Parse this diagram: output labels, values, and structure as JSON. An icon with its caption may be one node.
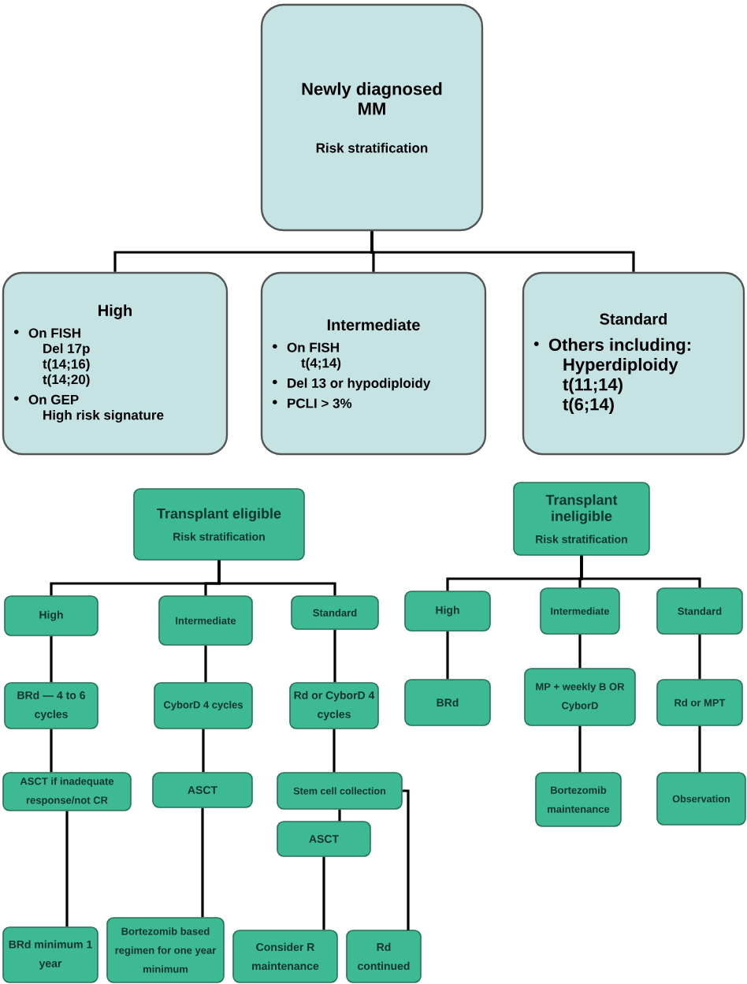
{
  "diagram": {
    "nodes": [
      {
        "text": [
          "Newly diagnosed MM",
          "Risk stratification"
        ]
      },
      {
        "text": [
          "High",
          "On FISH",
          "Del 17p",
          "t(14;16)",
          "t(14;20)",
          "On GEP",
          "High risk signature"
        ]
      },
      {
        "text": [
          "Intermediate",
          "On FISH",
          "t(4;14)",
          "Del 13 or hypodiploidy",
          "PCLI  > 3%"
        ]
      },
      {
        "text": [
          "Standard",
          "Others including:",
          "Hyperdiploidy",
          "t(11;14)",
          "t(6;14)"
        ]
      },
      {
        "text": [
          "Transplant eligible",
          "Risk stratification"
        ]
      },
      {
        "text": [
          "Transplant ineligible",
          "Risk stratification"
        ]
      },
      {
        "text": [
          "High"
        ]
      },
      {
        "text": [
          "Intermediate"
        ]
      },
      {
        "text": [
          "Standard"
        ]
      },
      {
        "text": [
          "High"
        ]
      },
      {
        "text": [
          "Intermediate"
        ]
      },
      {
        "text": [
          "Standard"
        ]
      },
      {
        "text": [
          "BRd — 4 to 6 cycles"
        ]
      },
      {
        "text": [
          "CyborD 4 cycles"
        ]
      },
      {
        "text": [
          "Rd or CyborD 4 cycles"
        ]
      },
      {
        "text": [
          "BRd"
        ]
      },
      {
        "text": [
          "MP + weekly B OR CyborD"
        ]
      },
      {
        "text": [
          "Rd or MPT"
        ]
      },
      {
        "text": [
          "ASCT if inadequate response/not CR"
        ]
      },
      {
        "text": [
          "ASCT"
        ]
      },
      {
        "text": [
          "Stem cell collection"
        ]
      },
      {
        "text": [
          "Bortezomib maintenance"
        ]
      },
      {
        "text": [
          "Observation"
        ]
      },
      {
        "text": [
          "ASCT"
        ]
      },
      {
        "text": [
          "BRd minimum 1 year"
        ]
      },
      {
        "text": [
          "Bortezomib based regimen for one year minimum"
        ]
      },
      {
        "text": [
          "Consider R maintenance"
        ]
      },
      {
        "text": [
          "Rd continued"
        ]
      }
    ],
    "edges": [
      {
        "from": 0,
        "to": 1,
        "arrow": "none"
      },
      {
        "from": 0,
        "to": 2,
        "arrow": "none"
      },
      {
        "from": 0,
        "to": 3,
        "arrow": "none"
      },
      {
        "from": 4,
        "to": 6,
        "arrow": "none"
      },
      {
        "from": 4,
        "to": 7,
        "arrow": "none"
      },
      {
        "from": 4,
        "to": 8,
        "arrow": "none"
      },
      {
        "from": 5,
        "to": 9,
        "arrow": "none"
      },
      {
        "from": 5,
        "to": 10,
        "arrow": "none"
      },
      {
        "from": 5,
        "to": 11,
        "arrow": "none"
      },
      {
        "from": 6,
        "to": 12,
        "arrow": "none"
      },
      {
        "from": 7,
        "to": 13,
        "arrow": "none"
      },
      {
        "from": 8,
        "to": 14,
        "arrow": "none"
      },
      {
        "from": 9,
        "to": 15,
        "arrow": "none"
      },
      {
        "from": 10,
        "to": 16,
        "arrow": "none"
      },
      {
        "from": 11,
        "to": 17,
        "arrow": "none"
      },
      {
        "from": 12,
        "to": 18,
        "arrow": "none"
      },
      {
        "from": 13,
        "to": 19,
        "arrow": "none"
      },
      {
        "from": 14,
        "to": 20,
        "arrow": "none"
      },
      {
        "from": 16,
        "to": 21,
        "arrow": "none"
      },
      {
        "from": 17,
        "to": 22,
        "arrow": "none"
      },
      {
        "from": 20,
        "to": 23,
        "arrow": "none"
      },
      {
        "from": 18,
        "to": 24,
        "arrow": "none"
      },
      {
        "from": 19,
        "to": 25,
        "arrow": "none"
      },
      {
        "from": 23,
        "to": 26,
        "arrow": "none"
      },
      {
        "from": 20,
        "to": 27,
        "arrow": "none"
      }
    ]
  }
}
